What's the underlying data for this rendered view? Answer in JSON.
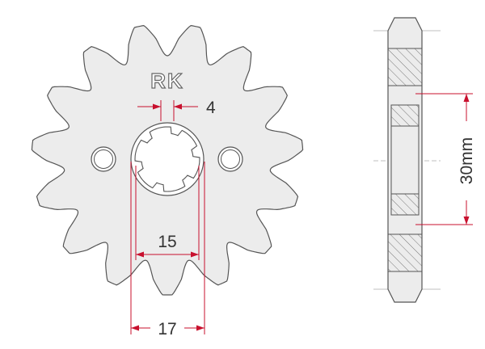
{
  "brand": {
    "logo_text": "RK"
  },
  "dimensions": {
    "key_width": "4",
    "inner_diameter": "15",
    "outer_diameter": "17",
    "side_height": "30mm"
  },
  "colors": {
    "outline": "#555555",
    "fill": "#ececec",
    "dimension": "#c8102e",
    "hatch": "#777777",
    "centerline": "#aaaaaa"
  },
  "sprocket": {
    "teeth": 15
  }
}
